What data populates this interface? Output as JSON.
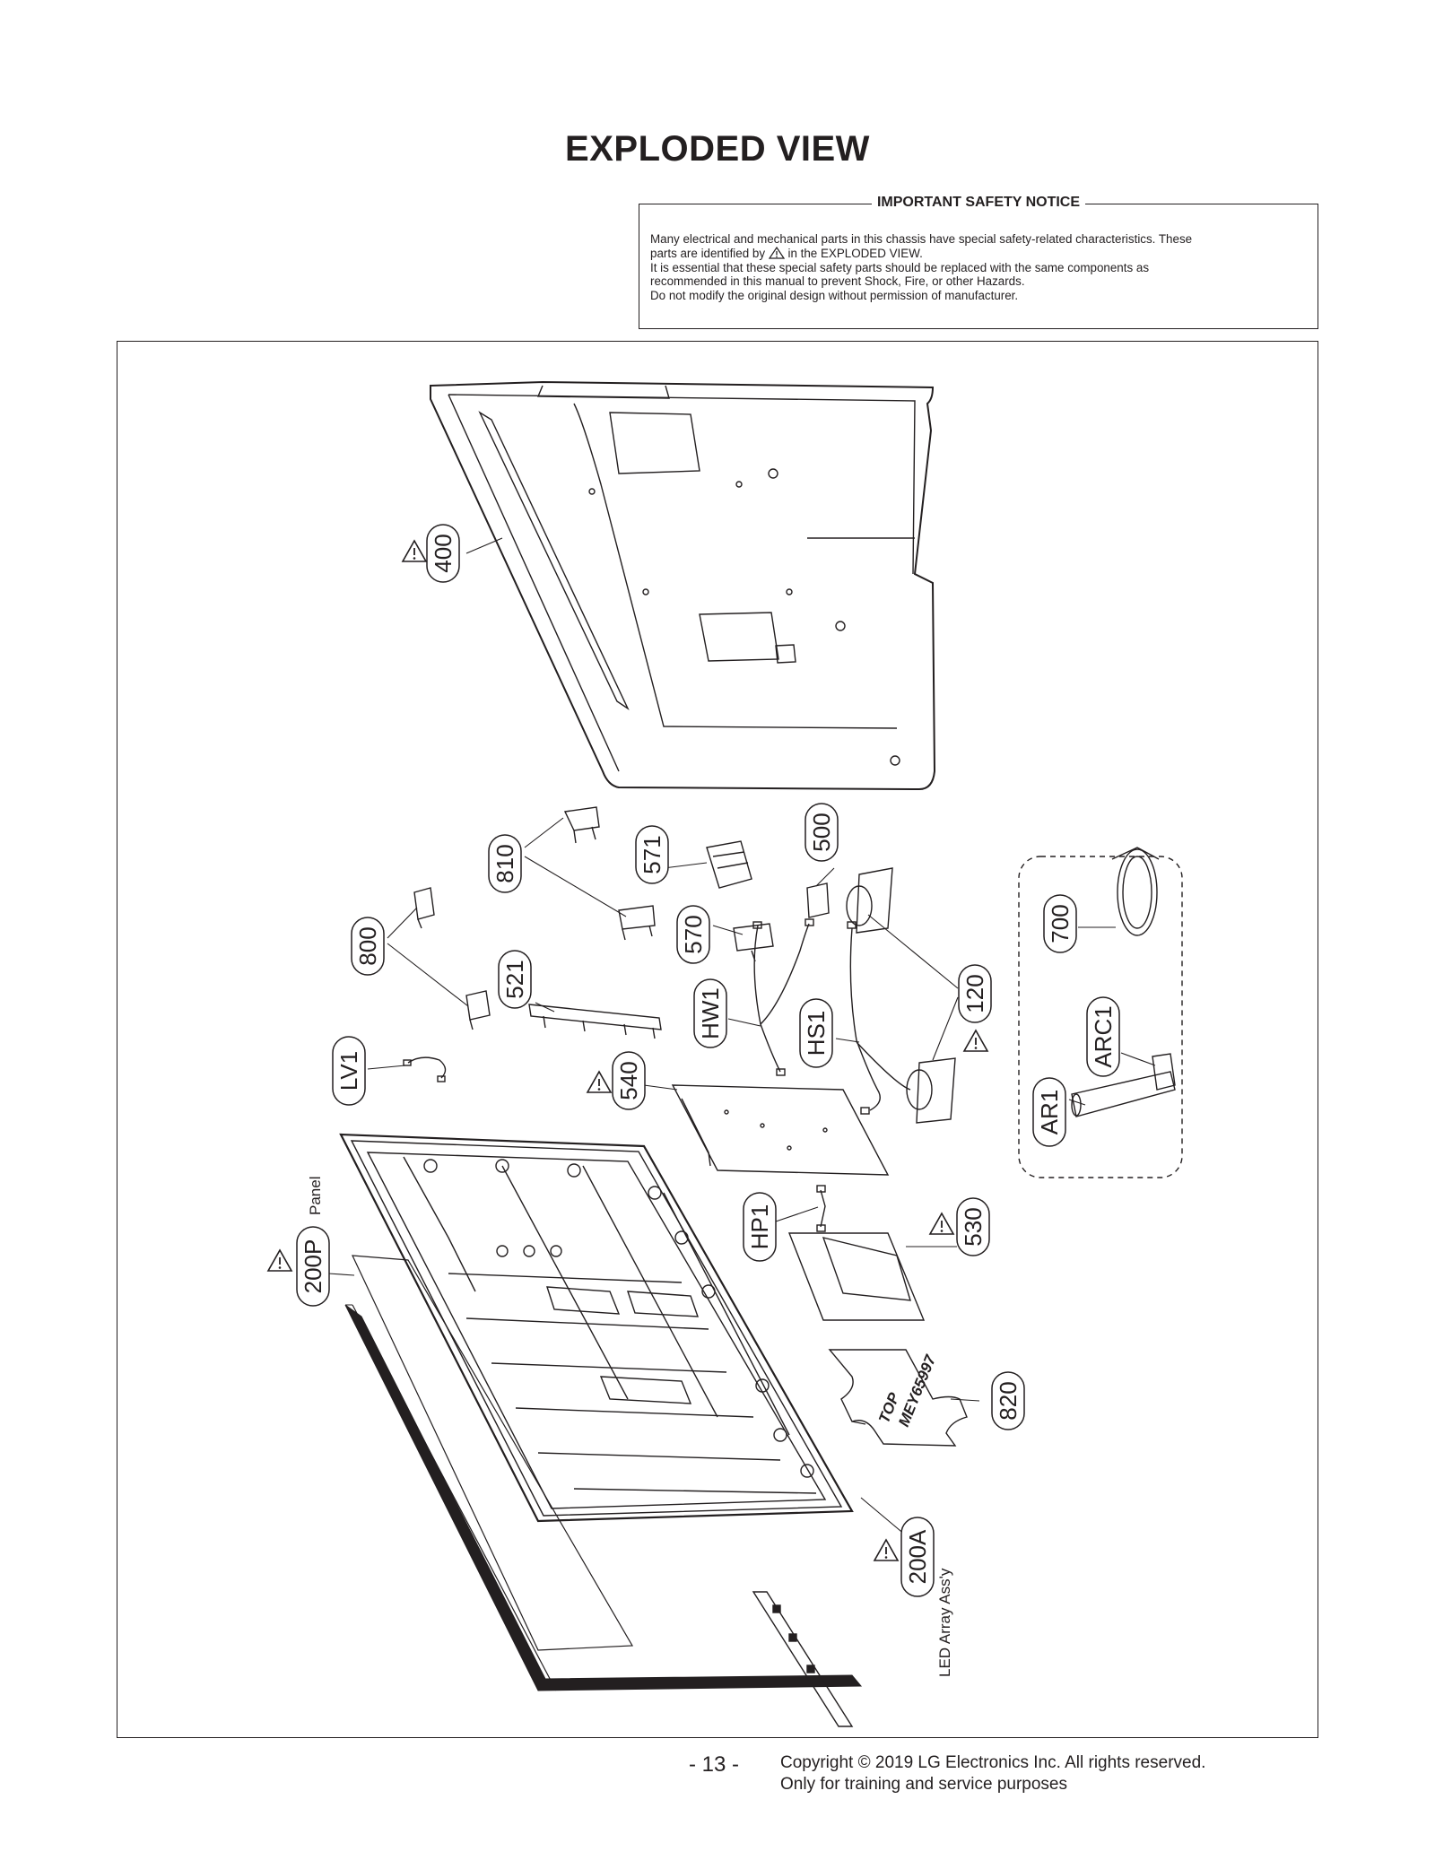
{
  "page": {
    "title": "EXPLODED VIEW",
    "page_number": "- 13 -",
    "copyright_line1": "Copyright © 2019 LG Electronics Inc. All rights reserved.",
    "copyright_line2": "Only for training and service purposes"
  },
  "notice": {
    "title": "IMPORTANT SAFETY NOTICE",
    "line1": "Many electrical and mechanical parts in this chassis have special safety-related characteristics. These",
    "line2a": "parts are identified by",
    "line2b": "in the EXPLODED VIEW.",
    "line3": "It is essential that these special safety parts should be replaced with the same components as",
    "line4": "recommended in this manual to prevent Shock, Fire, or other Hazards.",
    "line5": "Do not modify the original design without permission of manufacturer."
  },
  "parts": {
    "p400": "400",
    "p810": "810",
    "p571": "571",
    "p500": "500",
    "p800": "800",
    "p521": "521",
    "p570": "570",
    "pHW1": "HW1",
    "pHS1": "HS1",
    "p120": "120",
    "p700": "700",
    "pARC1": "ARC1",
    "pAR1": "AR1",
    "pLV1": "LV1",
    "p540": "540",
    "p200P": "200P",
    "p200P_sub": "Panel",
    "pHP1": "HP1",
    "p530": "530",
    "p820": "820",
    "p200A": "200A",
    "p200A_sub": "LED Array Ass'y"
  },
  "component_text": {
    "insulator_top": "TOP",
    "insulator_code": "MEY65997"
  },
  "colors": {
    "line": "#231f20",
    "background": "#ffffff"
  }
}
